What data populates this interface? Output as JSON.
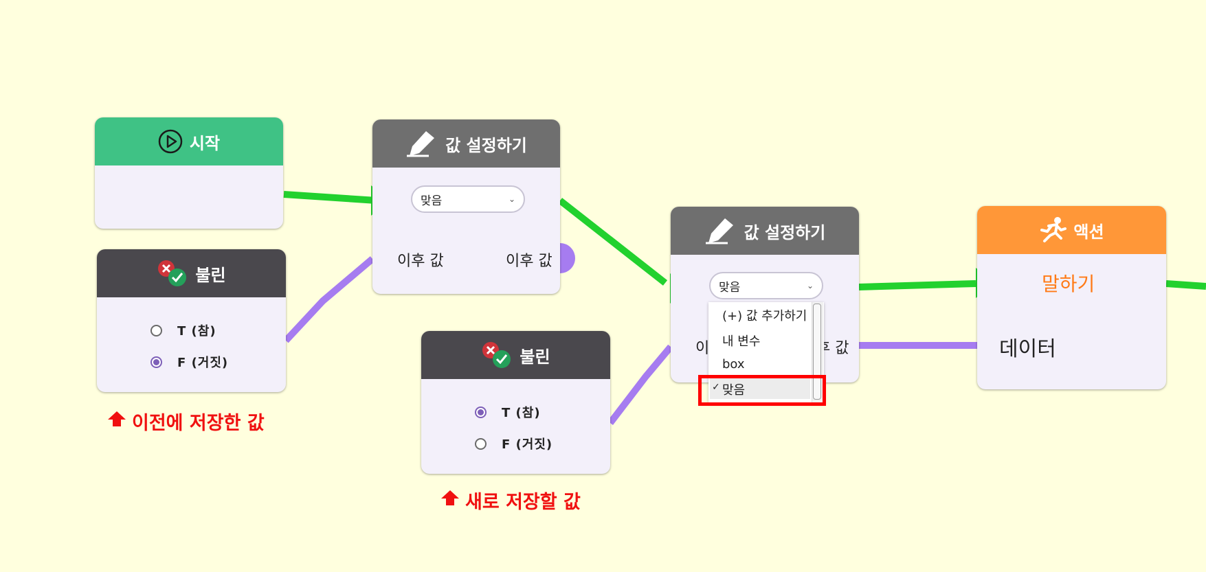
{
  "colors": {
    "background": "#ffffde",
    "flow_wire": "#22d12e",
    "data_wire": "#a67cf0",
    "start_header": "#3fc285",
    "boolean_header": "#4a484d",
    "set_value_header": "#6f6f6f",
    "action_header": "#ff9738",
    "highlight": "#ff0000"
  },
  "nodes": {
    "start": {
      "title": "시작",
      "icon": "play-circle-icon"
    },
    "boolean_old": {
      "title": "불린",
      "icon": "true-false-icon",
      "options": [
        "T (참)",
        "F (거짓)"
      ],
      "selected": "F (거짓)"
    },
    "set_value_1": {
      "title": "값 설정하기",
      "icon": "pencil-icon",
      "select_value": "맞음",
      "input_label": "이후 값",
      "output_label": "이후 값"
    },
    "boolean_new": {
      "title": "불린",
      "icon": "true-false-icon",
      "options": [
        "T (참)",
        "F (거짓)"
      ],
      "selected": "T (참)"
    },
    "set_value_2": {
      "title": "값 설정하기",
      "icon": "pencil-icon",
      "select_value": "맞음",
      "input_label_partial": "이",
      "output_label_partial": "후 값"
    },
    "action": {
      "title": "액션",
      "icon": "running-person-icon",
      "action_name": "말하기",
      "input_label": "데이터"
    }
  },
  "dropdown": {
    "items": [
      "(+) 값 추가하기",
      "내 변수",
      "box",
      "맞음"
    ],
    "selected": "맞음",
    "check_mark": "✓"
  },
  "notes": {
    "old_value": "이전에 저장한 값",
    "new_value": "새로 저장할 값"
  }
}
